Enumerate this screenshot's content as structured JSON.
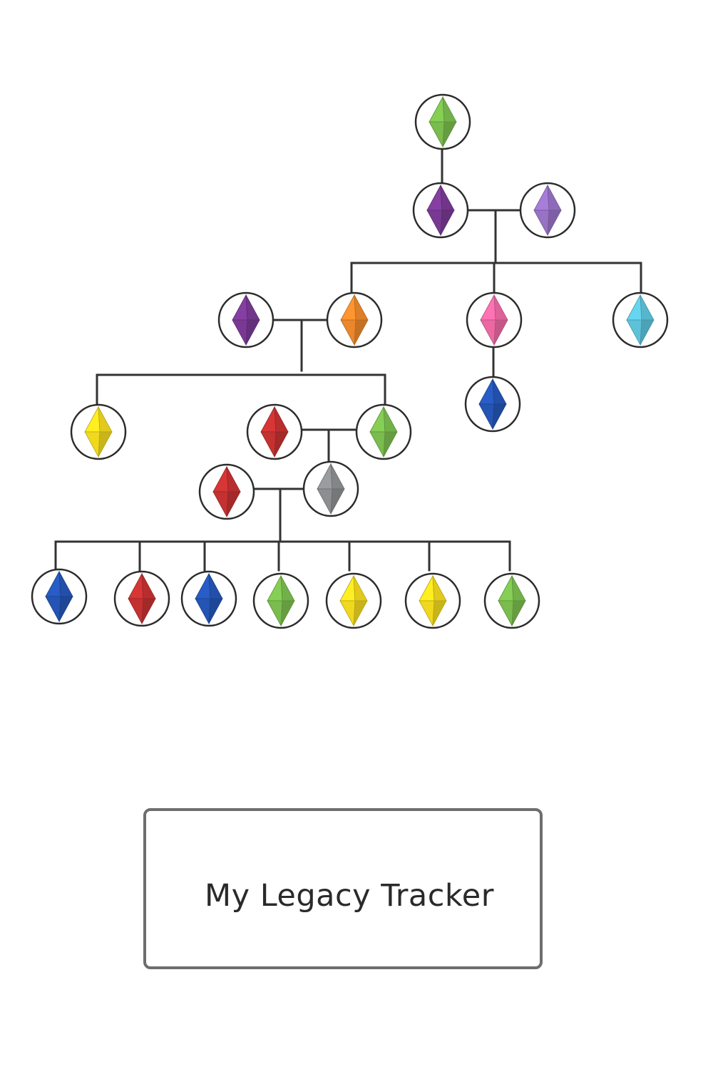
{
  "title": "My Legacy Tracker",
  "plumbob_colors": {
    "green": "#7cc04f",
    "purple": "#7b3a96",
    "lavender": "#9a74c9",
    "orange": "#f08a2b",
    "pink": "#f06aa6",
    "cyan": "#5ec6de",
    "blue": "#2556b8",
    "yellow": "#f5dc1e",
    "red": "#c83232",
    "gray": "#8f9193"
  },
  "line_color": "#333333",
  "circle_border_color": "#2b2b2b",
  "tree": {
    "founder": "green",
    "generation_2": {
      "heir": "purple",
      "spouse": "lavender"
    },
    "generation_2_children": [
      "purple",
      "orange",
      "pink",
      "cyan"
    ],
    "generation_3": {
      "heir": "purple",
      "spouse": "orange"
    },
    "pink_child": "blue",
    "generation_3_children": [
      "yellow",
      "red",
      "green"
    ],
    "generation_4": {
      "heir": "red",
      "spouse": "green"
    },
    "generation_5": {
      "heir": "red",
      "spouse": "gray"
    },
    "generation_5_children": [
      "blue",
      "red",
      "blue",
      "green",
      "yellow",
      "yellow",
      "green"
    ]
  }
}
